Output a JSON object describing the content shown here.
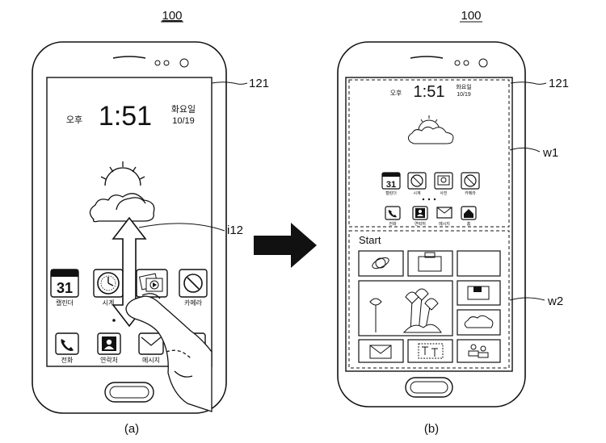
{
  "figure": {
    "ref_a": "100",
    "ref_b": "100",
    "caption_a": "(a)",
    "caption_b": "(b)",
    "label_screen_a": "121",
    "label_screen_b": "121",
    "label_gesture": "i12",
    "label_w1": "w1",
    "label_w2": "w2"
  },
  "phone_a": {
    "ampm": "오후",
    "time": "1:51",
    "weekday": "화요일",
    "date": "10/19",
    "apps_row1": [
      {
        "label": "캘린더",
        "icon": "calendar-icon",
        "glyph": "31"
      },
      {
        "label": "시계",
        "icon": "clock-icon"
      },
      {
        "label": "",
        "icon": "gallery-icon"
      },
      {
        "label": "카메라",
        "icon": "camera-icon"
      }
    ],
    "apps_row2": [
      {
        "label": "전화",
        "icon": "phone-icon"
      },
      {
        "label": "연락처",
        "icon": "contacts-icon"
      },
      {
        "label": "메시지",
        "icon": "message-icon"
      }
    ]
  },
  "phone_b": {
    "ampm": "오후",
    "time": "1:51",
    "weekday": "화요일",
    "date": "10/19",
    "apps_row1": [
      {
        "label": "캘린더",
        "icon": "calendar-icon",
        "glyph": "31"
      },
      {
        "label": "시계",
        "icon": "clock-icon"
      },
      {
        "label": "사진",
        "icon": "gallery-icon"
      },
      {
        "label": "카메라",
        "icon": "camera-icon"
      }
    ],
    "apps_row2": [
      {
        "label": "전화",
        "icon": "phone-icon"
      },
      {
        "label": "연락처",
        "icon": "contacts-icon"
      },
      {
        "label": "메시지",
        "icon": "message-icon"
      },
      {
        "label": "홈",
        "icon": "home-icon"
      }
    ],
    "start_label": "Start"
  }
}
